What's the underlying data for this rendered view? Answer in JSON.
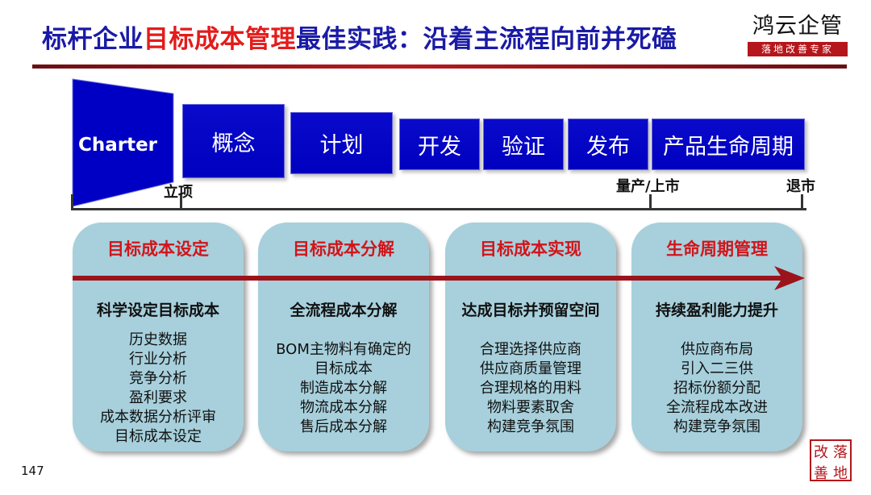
{
  "title": {
    "part1": "标杆企业",
    "highlight": "目标成本管理",
    "part2": "最佳实践：沿着主流程向前并死磕"
  },
  "logo": {
    "script": "鸿云企管",
    "tagline": "落地改善专家"
  },
  "stages": [
    {
      "label": "Charter"
    },
    {
      "label": "概念"
    },
    {
      "label": "计划"
    },
    {
      "label": "开发"
    },
    {
      "label": "验证"
    },
    {
      "label": "发布"
    },
    {
      "label": "产品生命周期"
    }
  ],
  "milestones": {
    "start": "立项",
    "launch": "量产/上市",
    "exit": "退市"
  },
  "cards": [
    {
      "head": "目标成本设定",
      "sub": "科学设定目标成本",
      "items": [
        "历史数据",
        "行业分析",
        "竞争分析",
        "盈利要求",
        "成本数据分析评审",
        "目标成本设定"
      ]
    },
    {
      "head": "目标成本分解",
      "sub": "全流程成本分解",
      "items": [
        "BOM主物料有确定的",
        "目标成本",
        "制造成本分解",
        "物流成本分解",
        "售后成本分解"
      ]
    },
    {
      "head": "目标成本实现",
      "sub": "达成目标并预留空间",
      "items": [
        "合理选择供应商",
        "供应商质量管理",
        "合理规格的用料",
        "物料要素取舍",
        "构建竞争氛围"
      ]
    },
    {
      "head": "生命周期管理",
      "sub": "持续盈利能力提升",
      "items": [
        "供应商布局",
        "引入二三供",
        "招标份额分配",
        "全流程成本改进",
        "构建竞争氛围"
      ]
    }
  ],
  "page_number": "147",
  "seal": [
    "改",
    "落",
    "善",
    "地"
  ],
  "colors": {
    "title_blue": "#1a1aa6",
    "highlight_red": "#e31b1b",
    "stage_blue": "#0000bf",
    "card_bg": "#a7d0dc",
    "arrow": "#9c141b"
  }
}
